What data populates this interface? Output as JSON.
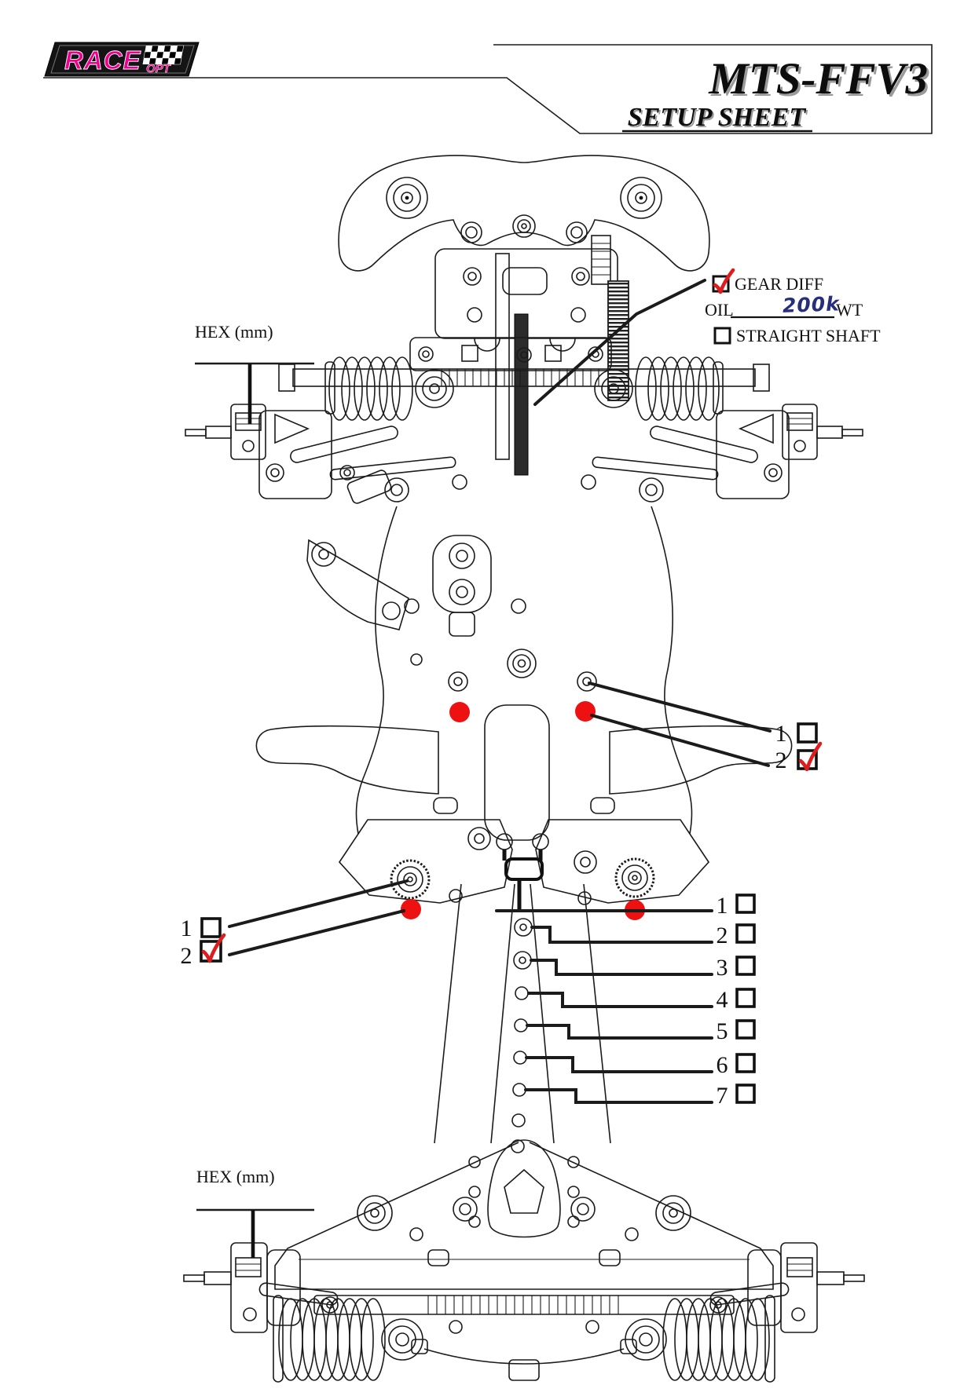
{
  "header": {
    "logo": {
      "text": "RACE",
      "sub": "OPT"
    },
    "title": "MTS-FFV3",
    "subtitle": "SETUP SHEET"
  },
  "colors": {
    "ink": "#1b1b1b",
    "check_red": "#dd1d1d",
    "marker_red": "#ee1111",
    "brand_pink": "#ec008c",
    "handwriting_navy": "#272f7c"
  },
  "annotations": {
    "front_hex_label": "HEX (mm)",
    "rear_hex_label": "HEX (mm)",
    "diff": {
      "gear_diff_label": "GEAR DIFF",
      "gear_diff_checked": true,
      "oil_label": "OIL",
      "oil_value": "200k",
      "oil_unit": "WT",
      "straight_shaft_label": "STRAIGHT SHAFT",
      "straight_shaft_checked": false
    },
    "upper_position": {
      "items": [
        {
          "label": "1",
          "checked": false
        },
        {
          "label": "2",
          "checked": true
        }
      ]
    },
    "lower_left_position": {
      "items": [
        {
          "label": "1",
          "checked": false
        },
        {
          "label": "2",
          "checked": true
        }
      ]
    },
    "link_positions": {
      "items": [
        {
          "label": "1",
          "checked": false
        },
        {
          "label": "2",
          "checked": false
        },
        {
          "label": "3",
          "checked": false
        },
        {
          "label": "4",
          "checked": false
        },
        {
          "label": "5",
          "checked": false
        },
        {
          "label": "6",
          "checked": false
        },
        {
          "label": "7",
          "checked": false
        }
      ]
    }
  }
}
